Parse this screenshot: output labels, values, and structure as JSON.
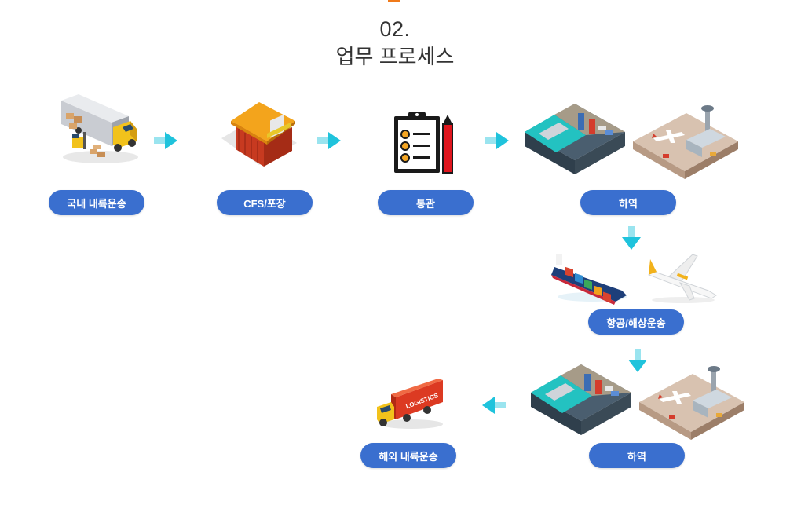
{
  "header": {
    "number": "02.",
    "title": "업무 프로세스"
  },
  "steps": [
    {
      "label": "국내 내륙운송",
      "icon": "truck-loading-icon"
    },
    {
      "label": "CFS/포장",
      "icon": "warehouse-icon"
    },
    {
      "label": "통관",
      "icon": "clipboard-checklist-icon"
    },
    {
      "label": "하역",
      "icon": "port-and-airport-icon"
    },
    {
      "label": "항공/해상운송",
      "icon": "ship-and-plane-icon"
    },
    {
      "label": "하역",
      "icon": "port-and-airport-icon"
    },
    {
      "label": "해외 내륙운송",
      "icon": "logistics-truck-icon"
    }
  ],
  "truck_text": "LOGISTICS",
  "colors": {
    "accent": "#f07a1a",
    "pill": "#3a6fcf",
    "arrow": "#1fc3dc"
  }
}
